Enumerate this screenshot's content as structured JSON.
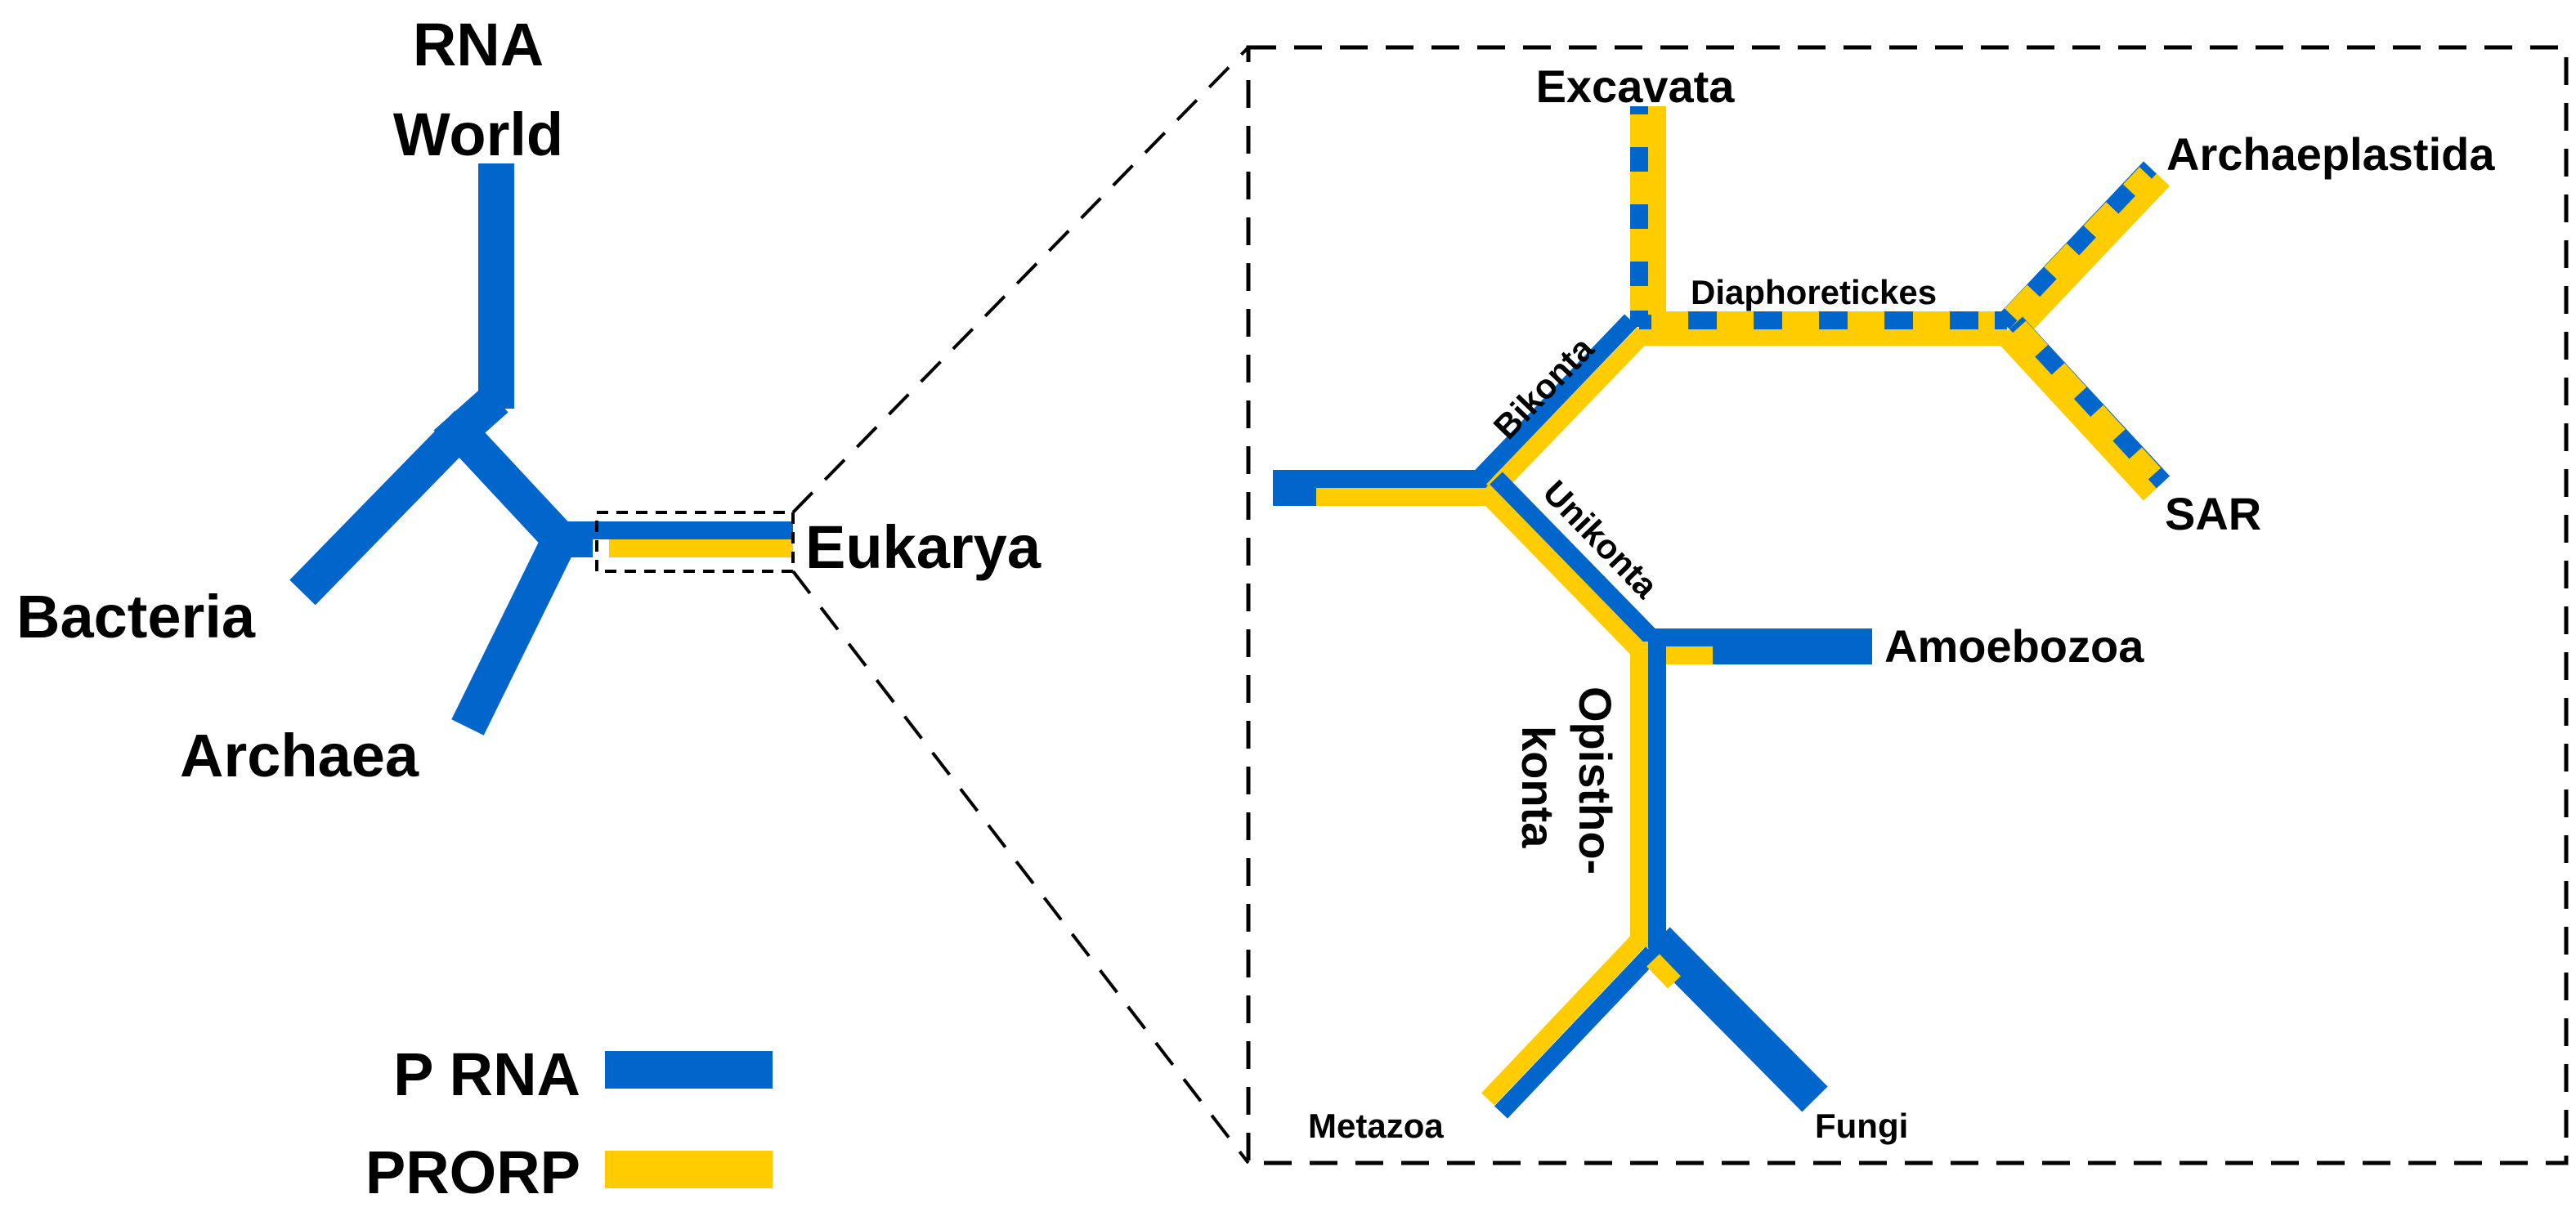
{
  "colors": {
    "p_rna": "#0066CC",
    "prorp": "#FFCC00",
    "frame": "#000000",
    "background": "#FFFFFF"
  },
  "labels": {
    "rna_world_line1": "RNA",
    "rna_world_line2": "World",
    "bacteria": "Bacteria",
    "archaea": "Archaea",
    "eukarya": "Eukarya",
    "excavata": "Excavata",
    "archaeplastida": "Archaeplastida",
    "diaphoretickes": "Diaphoretickes",
    "bikonta": "Bikonta",
    "unikonta": "Unikonta",
    "sar": "SAR",
    "amoebozoa": "Amoebozoa",
    "opisthokonta_line1": "Opistho-",
    "opisthokonta_line2": "konta",
    "metazoa": "Metazoa",
    "fungi": "Fungi"
  },
  "legend": {
    "items": [
      {
        "label": "P RNA",
        "color_key": "p_rna"
      },
      {
        "label": "PRORP",
        "color_key": "prorp"
      }
    ]
  }
}
